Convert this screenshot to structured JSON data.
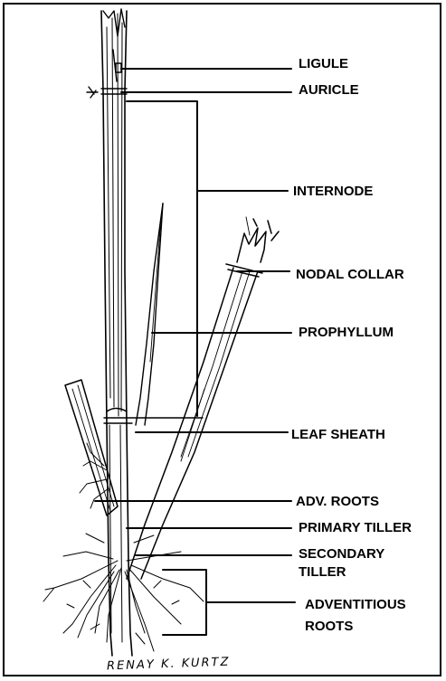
{
  "labels": {
    "ligule": "LIGULE",
    "auricle": "AURICLE",
    "internode": "INTERNODE",
    "nodal_collar": "NODAL COLLAR",
    "prophyllum": "PROPHYLLUM",
    "leaf_sheath": "LEAF SHEATH",
    "adv_roots": "ADV. ROOTS",
    "primary_tiller": "PRIMARY TILLER",
    "secondary_tiller_line1": "SECONDARY",
    "secondary_tiller_line2": "TILLER",
    "adventitious_roots_line1": "ADVENTITIOUS",
    "adventitious_roots_line2": "ROOTS"
  },
  "signature": "RENAY K. KURTZ",
  "colors": {
    "ink": "#000000",
    "background": "#ffffff"
  }
}
